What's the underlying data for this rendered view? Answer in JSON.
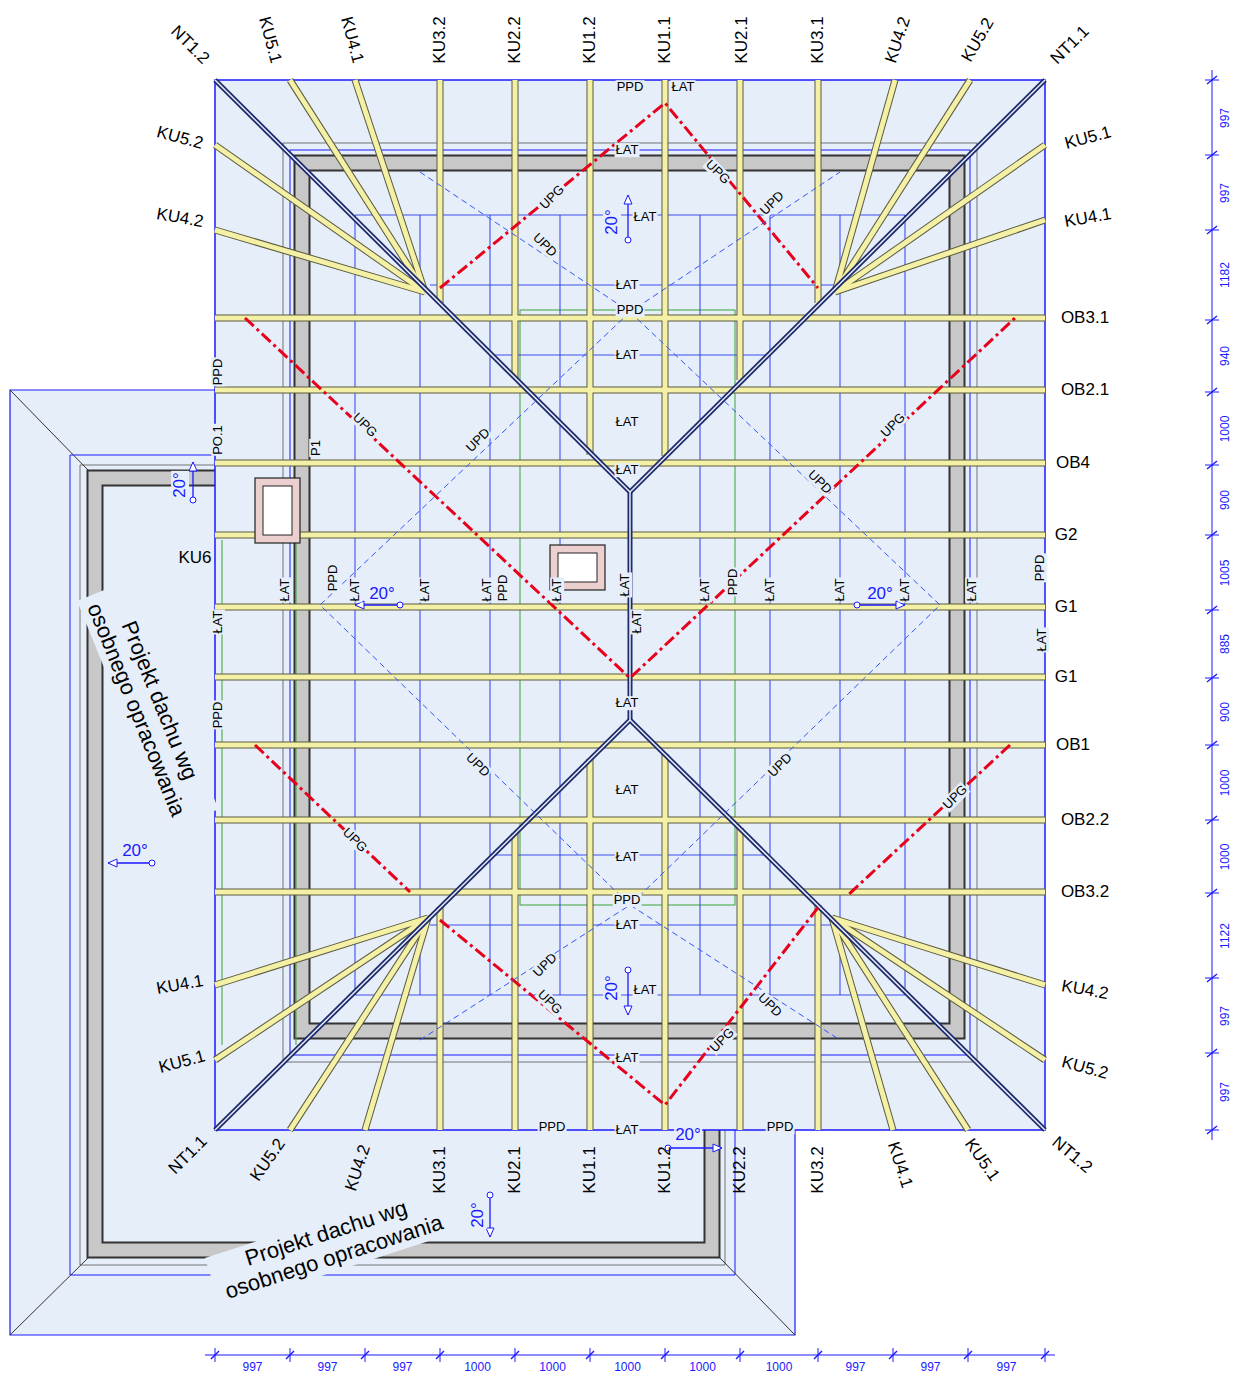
{
  "diagram": {
    "nodes": [
      {
        "text": [
          "Projekt dachu wg osobnego opracowania"
        ]
      },
      {
        "text": [
          "Projekt dachu wg osobnego opracowania"
        ]
      }
    ],
    "labels": [
      "NT1.2",
      "KU5.1",
      "KU4.1",
      "KU3.2",
      "KU2.2",
      "KU1.2",
      "KU1.1",
      "KU2.1",
      "KU3.1",
      "KU4.2",
      "KU5.2",
      "NT1.1",
      "KU5.2",
      "KU4.2",
      "KU6",
      "KU4.1",
      "KU5.1",
      "NT1.1",
      "KU5.1",
      "KU4.1",
      "OB3.1",
      "OB2.1",
      "OB4",
      "G2",
      "G1",
      "G1",
      "OB1",
      "OB2.2",
      "OB3.2",
      "KU4.2",
      "KU5.2",
      "NT1.2",
      "KU5.2",
      "KU4.2",
      "KU3.1",
      "KU2.1",
      "KU1.1",
      "KU1.2",
      "KU2.2",
      "KU3.2",
      "KU4.1",
      "KU5.1",
      "PPD",
      "ŁAT",
      "ŁAT",
      "UPG",
      "UPG",
      "UPD",
      "UPD",
      "ŁAT",
      "ŁAT",
      "PPD",
      "ŁAT",
      "PPD",
      "UPG",
      "UPD",
      "ŁAT",
      "UPG",
      "ŁAT",
      "PO.1",
      "P1",
      "UPD",
      "ŁAT",
      "ŁAT",
      "PPD",
      "ŁAT",
      "ŁAT",
      "ŁAT",
      "PPD",
      "ŁAT",
      "ŁAT",
      "ŁAT",
      "ŁAT",
      "PPD",
      "ŁAT",
      "ŁAT",
      "ŁAT",
      "ŁAT",
      "PPD",
      "ŁAT",
      "ŁAT",
      "PPD",
      "UPD",
      "UPD",
      "ŁAT",
      "UPG",
      "UPG",
      "ŁAT",
      "PPD",
      "ŁAT",
      "UPD",
      "ŁAT",
      "UPG",
      "UPD",
      "UPG",
      "ŁAT",
      "PPD",
      "ŁAT",
      "PPD",
      "20°",
      "20°",
      "20°",
      "20°",
      "20°",
      "20°",
      "20°",
      "20°",
      "997",
      "997",
      "1182",
      "940",
      "1000",
      "900",
      "1005",
      "885",
      "900",
      "1000",
      "1000",
      "1122",
      "997",
      "997",
      "997",
      "997",
      "997",
      "1000",
      "1000",
      "1000",
      "1000",
      "1000",
      "997",
      "997",
      "997"
    ]
  }
}
